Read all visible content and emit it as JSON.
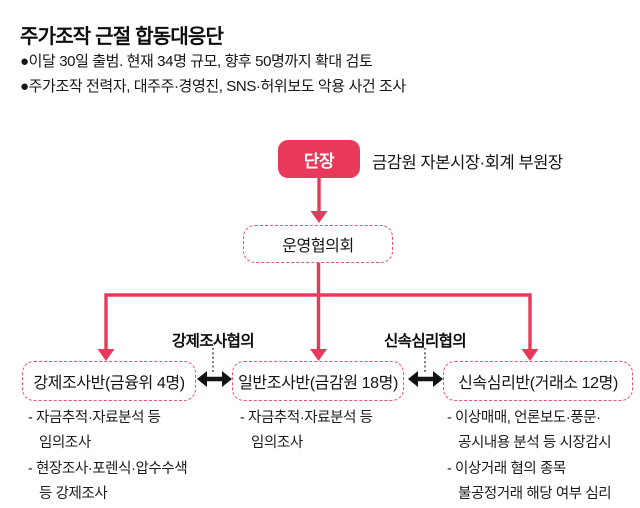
{
  "colors": {
    "accent_red": "#e8395b",
    "dashed_border_red": "#f0526d",
    "connector_black": "#131313",
    "dotted_link_gray": "#3d3d3d",
    "text_black": "#111111",
    "background": "#ffffff"
  },
  "header": {
    "title": "주가조작 근절 합동대응단",
    "bullets": [
      "●이달 30일 출범. 현재 34명 규모, 향후 50명까지 확대 검토",
      "●주가조작 전력자, 대주주·경영진, SNS·허위보도 악용 사건 조사"
    ]
  },
  "diagram": {
    "leader": {
      "badge_label": "단장",
      "description": "금감원 자본시장·회계 부원장"
    },
    "council_label": "운영협의회",
    "link_labels": {
      "left": "강제조사협의",
      "right": "신속심리협의"
    },
    "teams": [
      {
        "label": "강제조사반(금융위 4명)",
        "duty_lines": [
          "- 자금추적·자료분석 등",
          "임의조사",
          "- 현장조사·포렌식·압수수색",
          "등 강제조사"
        ]
      },
      {
        "label": "일반조사반(금감원 18명)",
        "duty_lines": [
          "- 자금추적·자료분석 등",
          "임의조사"
        ]
      },
      {
        "label": "신속심리반(거래소 12명)",
        "duty_lines": [
          "- 이상매매, 언론보도·풍문·",
          "공시내용 분석 등 시장감시",
          "- 이상거래 혐의 종목",
          "불공정거래 해당 여부 심리"
        ]
      }
    ]
  }
}
